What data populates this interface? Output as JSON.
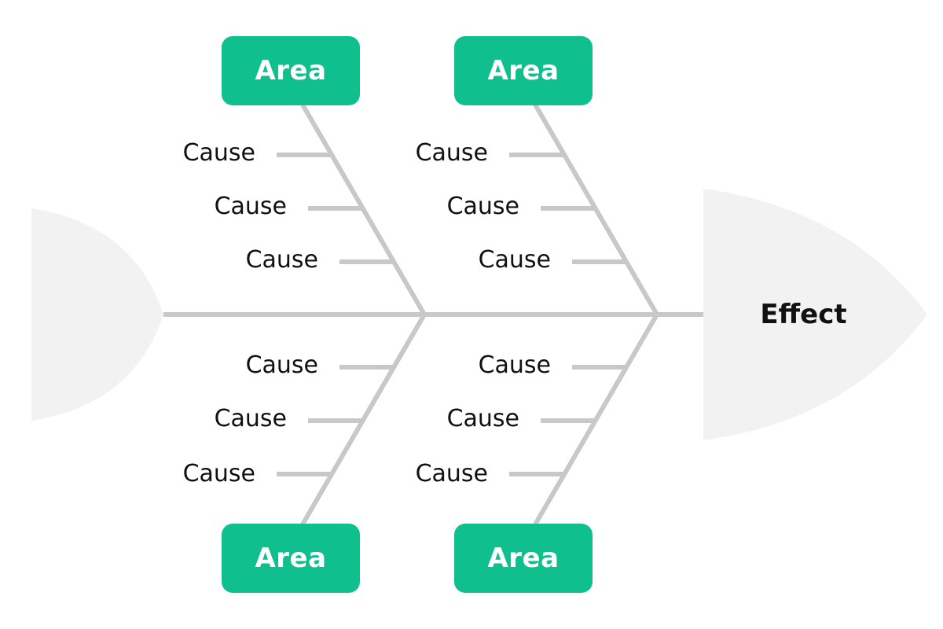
{
  "colors": {
    "area_fill": "#10BF8E",
    "bone_line": "#C8C8C8",
    "head_tail_fill": "#F2F2F2",
    "text": "#111111"
  },
  "effect": {
    "label": "Effect"
  },
  "areas": [
    {
      "label": "Area",
      "causes": [
        "Cause",
        "Cause",
        "Cause"
      ]
    },
    {
      "label": "Area",
      "causes": [
        "Cause",
        "Cause",
        "Cause"
      ]
    },
    {
      "label": "Area",
      "causes": [
        "Cause",
        "Cause",
        "Cause"
      ]
    },
    {
      "label": "Area",
      "causes": [
        "Cause",
        "Cause",
        "Cause"
      ]
    }
  ]
}
